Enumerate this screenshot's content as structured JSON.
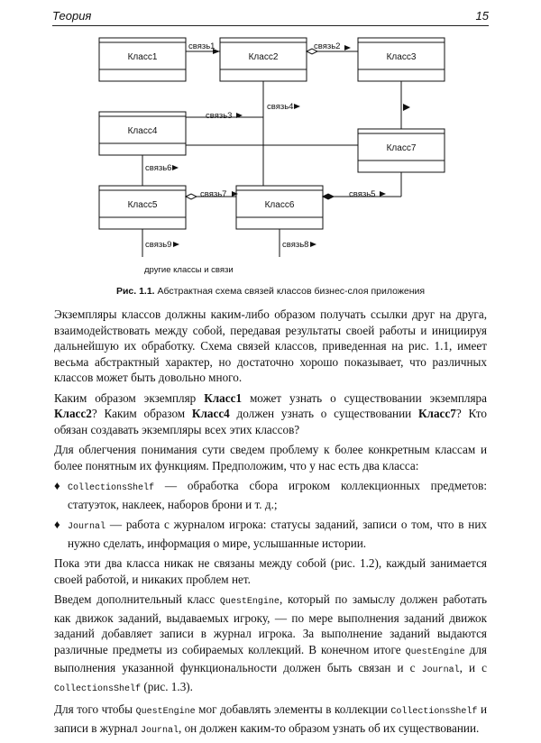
{
  "header": {
    "chapter": "Теория",
    "page": "15"
  },
  "diagram": {
    "classes": [
      "Класс1",
      "Класс2",
      "Класс3",
      "Класс4",
      "Класс7",
      "Класс5",
      "Класс6"
    ],
    "links": [
      "связь1",
      "связь2",
      "связь3",
      "связь4",
      "связь5",
      "связь6",
      "связь7",
      "связь8",
      "связь9"
    ],
    "note": "другие классы и связи"
  },
  "caption": {
    "label": "Рис. 1.1.",
    "text": "Абстрактная схема связей классов бизнес-слоя приложения"
  },
  "paragraphs": {
    "p1": "Экземпляры классов должны каким-либо образом получать ссылки друг на друга, взаимодействовать между собой, передавая результаты своей работы и инициируя дальнейшую их обработку. Схема связей классов, приведенная на рис. 1.1, имеет весьма абстрактный характер, но достаточно хорошо показывает, что различных классов может быть довольно много.",
    "p2_a": "Каким образом экземпляр ",
    "p2_b": "Класс1",
    "p2_c": " может узнать о существовании экземпляра ",
    "p2_d": "Класс2",
    "p2_e": "? Каким образом ",
    "p2_f": "Класс4",
    "p2_g": " должен узнать о существовании ",
    "p2_h": "Класс7",
    "p2_i": "? Кто обязан создавать экземпляры всех этих классов?",
    "p3": "Для облегчения понимания сути сведем проблему к более конкретным классам и более понятным их функциям. Предположим, что у нас есть два класса:",
    "b1_code": "CollectionsShelf",
    "b1_text": " — обработка сбора игроком коллекционных предметов: статуэток, наклеек, наборов брони и т. д.;",
    "b2_code": "Journal",
    "b2_text": " — работа с журналом игрока: статусы заданий, записи о том, что в них нужно сделать, информация о мире, услышанные истории.",
    "p4": "Пока эти два класса никак не связаны между собой (рис. 1.2), каждый занимается своей работой, и никаких проблем нет.",
    "p5_a": "Введем дополнительный класс ",
    "p5_code1": "QuestEngine",
    "p5_b": ", который по замыслу должен работать как движок заданий, выдаваемых игроку, — по мере выполнения заданий движок заданий добавляет записи в журнал игрока. За выполнение заданий выдаются различные предметы из собираемых коллекций. В конечном итоге ",
    "p5_code2": "QuestEngine",
    "p5_c": " для выполнения указанной функциональности должен быть связан и с ",
    "p5_code3": "Journal",
    "p5_d": ", и с ",
    "p5_code4": "CollectionsShelf",
    "p5_e": " (рис. 1.3).",
    "p6_a": "Для того чтобы ",
    "p6_code1": "QuestEngine",
    "p6_b": " мог добавлять элементы в коллекции ",
    "p6_code2": "CollectionsShelf",
    "p6_c": " и записи в журнал ",
    "p6_code3": "Journal",
    "p6_d": ", он должен каким-то образом узнать об их существовании."
  }
}
